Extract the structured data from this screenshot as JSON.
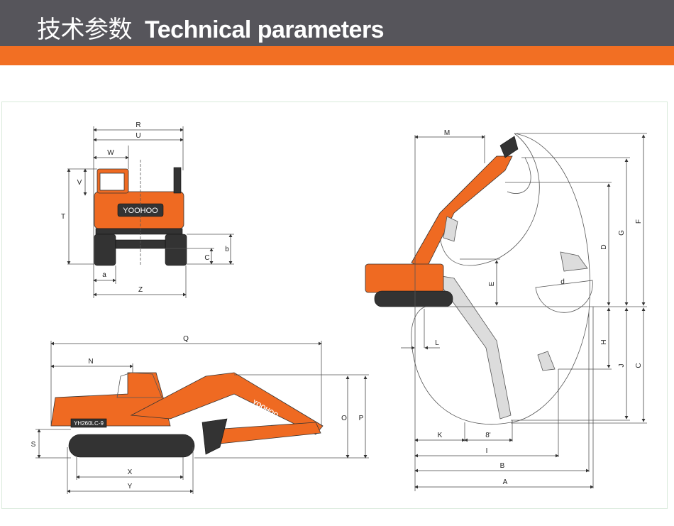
{
  "header": {
    "title_cn": "技术参数",
    "title_en": "Technical parameters"
  },
  "colors": {
    "header_bg": "#56555b",
    "accent": "#f26f23"
  },
  "front_view": {
    "brand_plate": "YOOHOO",
    "labels": {
      "R": "R",
      "U": "U",
      "W": "W",
      "V": "V",
      "T": "T",
      "b": "b",
      "C": "C",
      "a": "a",
      "Z": "Z"
    }
  },
  "side_view": {
    "boom_brand": "YOOHOO",
    "model_plate": "YH260LC-9",
    "labels": {
      "Q": "Q",
      "N": "N",
      "O": "O",
      "P": "P",
      "S": "S",
      "X": "X",
      "Y": "Y"
    }
  },
  "working_range": {
    "labels": {
      "M": "M",
      "F": "F",
      "G": "G",
      "D": "D",
      "E": "E",
      "d": "d",
      "H": "H",
      "J": "J",
      "C": "C",
      "L": "L",
      "K": "K",
      "angle": "8'",
      "I": "I",
      "B": "B",
      "A": "A"
    }
  }
}
